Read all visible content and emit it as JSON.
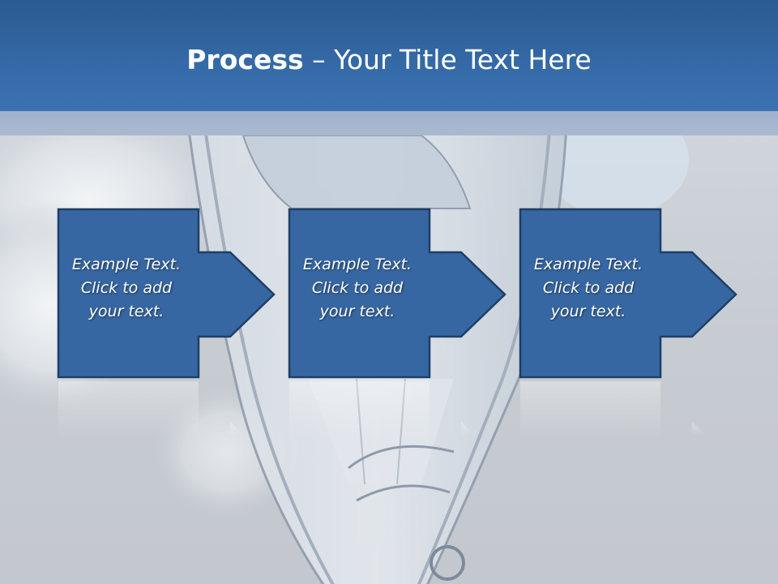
{
  "header": {
    "title_bold": "Process",
    "title_rest": " – Your Title Text Here"
  },
  "steps": [
    {
      "line1": "Example Text.",
      "line2": "Click  to add",
      "line3": "your text."
    },
    {
      "line1": "Example Text.",
      "line2": "Click  to add",
      "line3": "your text."
    },
    {
      "line1": "Example Text.",
      "line2": "Click  to add",
      "line3": "your text."
    }
  ],
  "colors": {
    "header": "#3469a6",
    "box_fill": "#3767a2",
    "box_border": "#1e3f66",
    "text": "#ffffff"
  }
}
